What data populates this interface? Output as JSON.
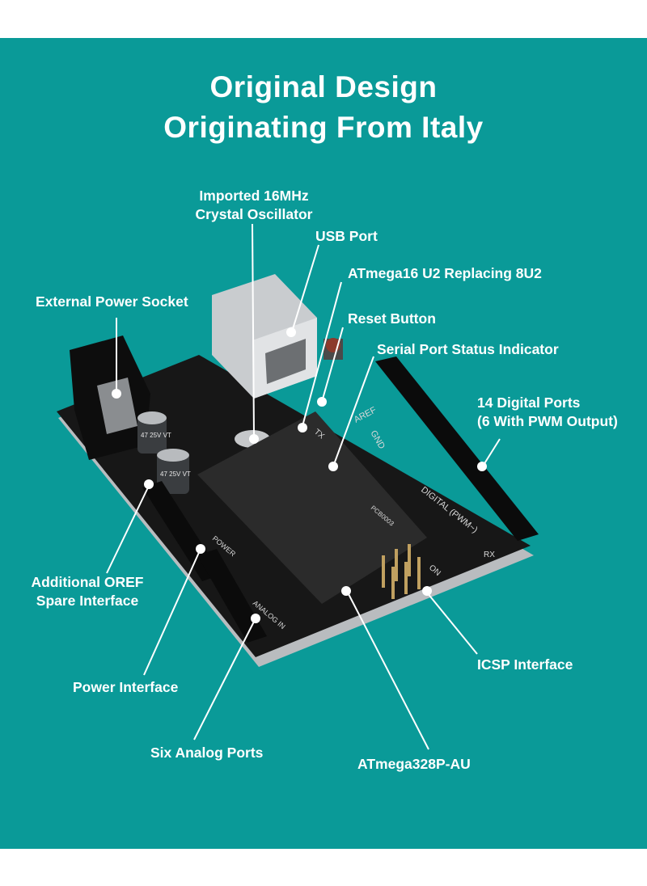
{
  "title": {
    "line1": "Original Design",
    "line2": "Originating From Italy"
  },
  "labels": {
    "crystal_line1": "Imported 16MHz",
    "crystal_line2": "Crystal Oscillator",
    "usb_port": "USB Port",
    "atmega16u2": "ATmega16 U2  Replacing 8U2",
    "external_power": "External Power Socket",
    "reset_button": "Reset Button",
    "serial_indicator": "Serial Port Status Indicator",
    "digital_line1": "14 Digital Ports",
    "digital_line2": "(6 With PWM Output)",
    "oref_line1": "Additional OREF",
    "oref_line2": "Spare Interface",
    "icsp": "ICSP Interface",
    "power_interface": "Power Interface",
    "analog": "Six Analog Ports",
    "atmega328": "ATmega328P-AU"
  },
  "board": {
    "silk_aref": "AREF",
    "silk_gnd": "GND",
    "silk_digital": "DIGITAL (PWM~)",
    "silk_tx": "TX",
    "silk_rx": "RX",
    "silk_on": "ON",
    "silk_power": "POWER",
    "silk_analog": "ANALOG IN",
    "silk_pcb": "PCB0003",
    "cap1": "47 25V VT",
    "cap2": "47 25V VT"
  },
  "colors": {
    "background": "#0a9a98",
    "board": "#161616",
    "text": "#ffffff"
  }
}
